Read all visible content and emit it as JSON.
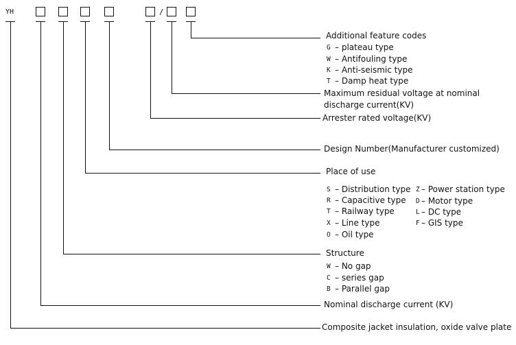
{
  "prefix": "YH",
  "separator": "/",
  "segments": {
    "feature": {
      "title": "Additional feature codes",
      "codes": [
        {
          "code": "G",
          "desc": "plateau type"
        },
        {
          "code": "W",
          "desc": "Antifouling type"
        },
        {
          "code": "K",
          "desc": "Anti-seismic type"
        },
        {
          "code": "T",
          "desc": "Damp heat type"
        }
      ]
    },
    "residual": {
      "title_line1": "Maximum residual voltage at nominal",
      "title_line2": "discharge current(KV)"
    },
    "rated": {
      "title": "Arrester rated voltage(KV)"
    },
    "design": {
      "title": "Design Number(Manufacturer customized)"
    },
    "place": {
      "title": "Place of use",
      "left": [
        {
          "code": "S",
          "desc": "Distribution type"
        },
        {
          "code": "R",
          "desc": "Capacitive type"
        },
        {
          "code": "T",
          "desc": "Railway type"
        },
        {
          "code": "X",
          "desc": "Line type"
        },
        {
          "code": "O",
          "desc": "Oil type"
        }
      ],
      "right": [
        {
          "code": "Z",
          "desc": "Power station type"
        },
        {
          "code": "D",
          "desc": "Motor type"
        },
        {
          "code": "L",
          "desc": "DC type"
        },
        {
          "code": "F",
          "desc": "GIS type"
        }
      ]
    },
    "structure": {
      "title": "Structure",
      "codes": [
        {
          "code": "W",
          "desc": "No gap"
        },
        {
          "code": "C",
          "desc": "series gap"
        },
        {
          "code": "B",
          "desc": "Parallel gap"
        }
      ]
    },
    "current": {
      "title": "Nominal discharge current (KV)"
    },
    "insulation": {
      "title": "Composite jacket insulation, oxide valve plate"
    }
  }
}
